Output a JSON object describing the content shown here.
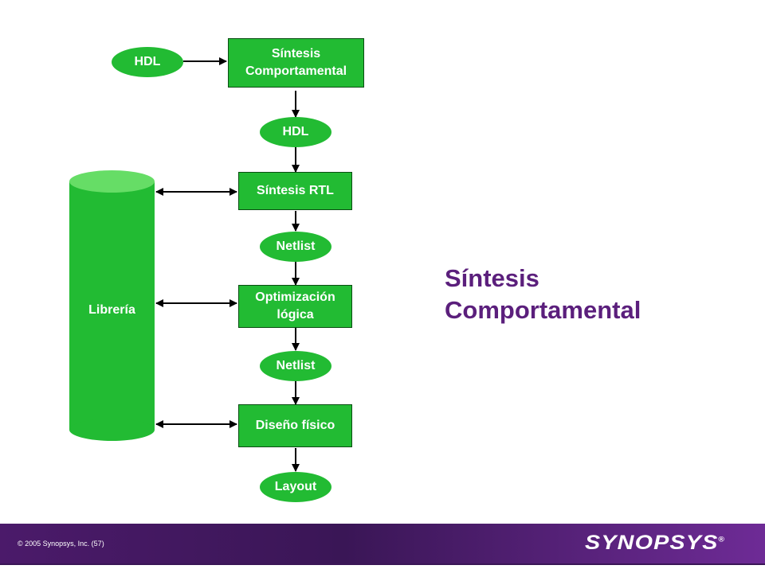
{
  "diagram": {
    "nodes": {
      "hdl_input": "HDL",
      "sintesis_comportamental": "Síntesis\nComportamental",
      "hdl_mid": "HDL",
      "sintesis_rtl": "Síntesis RTL",
      "netlist_1": "Netlist",
      "optimizacion": "Optimización\nlógica",
      "netlist_2": "Netlist",
      "diseno_fisico": "Diseño físico",
      "layout": "Layout",
      "libreria": "Librería"
    }
  },
  "slide": {
    "title": "Síntesis\nComportamental"
  },
  "footer": {
    "copyright": "© 2005 Synopsys, Inc. (57)",
    "logo": "SYNOPSYS",
    "logo_mark": "®"
  },
  "colors": {
    "node_fill": "#22bb33",
    "cylinder_top": "#66dd66",
    "title": "#5b1f7c",
    "footer": "#3a1656"
  }
}
